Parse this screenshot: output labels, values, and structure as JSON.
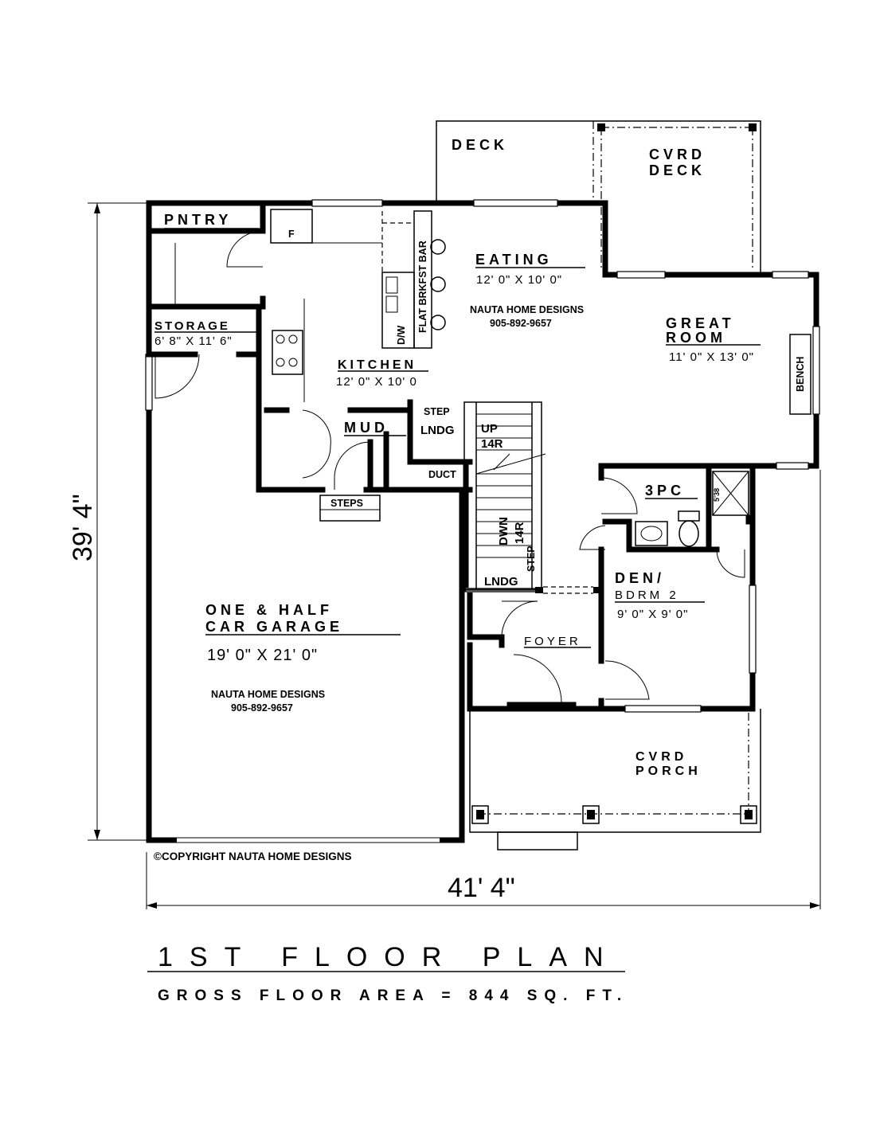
{
  "plan": {
    "title": "1ST FLOOR PLAN",
    "subtitle": "GROSS FLOOR AREA = 844 SQ. FT.",
    "dimension_height": "39' 4\"",
    "dimension_width": "41' 4\"",
    "copyright": "©COPYRIGHT NAUTA HOME DESIGNS"
  },
  "rooms": {
    "deck": "DECK",
    "cvrd_deck_1": "CVRD",
    "cvrd_deck_2": "DECK",
    "pntry": "PNTRY",
    "eating": "EATING",
    "eating_dim": "12' 0\" X 10' 0\"",
    "great_1": "GREAT",
    "great_2": "ROOM",
    "great_dim": "11' 0\" X 13' 0\"",
    "storage": "STORAGE",
    "storage_dim": "6' 8\" X 11' 6\"",
    "kitchen": "KITCHEN",
    "kitchen_dim": "12' 0\" X 10' 0",
    "mud": "MUD",
    "garage_1": "ONE & HALF",
    "garage_2": "CAR GARAGE",
    "garage_dim": "19' 0\" X 21' 0\"",
    "three_pc": "3PC",
    "den_1": "DEN/",
    "den_2": "BDRM 2",
    "den_dim": "9' 0\" X 9' 0\"",
    "foyer": "FOYER",
    "cvrd_porch_1": "CVRD",
    "cvrd_porch_2": "PORCH"
  },
  "labels": {
    "fridge": "F",
    "dw": "D/W",
    "breakfast_bar": "FLAT BRKFST BAR",
    "bench": "BENCH",
    "step_top": "STEP",
    "lndg_top": "LNDG",
    "up": "UP",
    "up_risers": "14R",
    "duct": "DUCT",
    "dwn": "DWN",
    "dwn_risers": "14R",
    "step_side": "STEP",
    "lndg_bottom": "LNDG",
    "steps": "STEPS",
    "shower": "5'38"
  },
  "watermarks": [
    {
      "name": "NAUTA HOME DESIGNS",
      "phone": "905-892-9657"
    },
    {
      "name": "NAUTA HOME DESIGNS",
      "phone": "905-892-9657"
    }
  ]
}
